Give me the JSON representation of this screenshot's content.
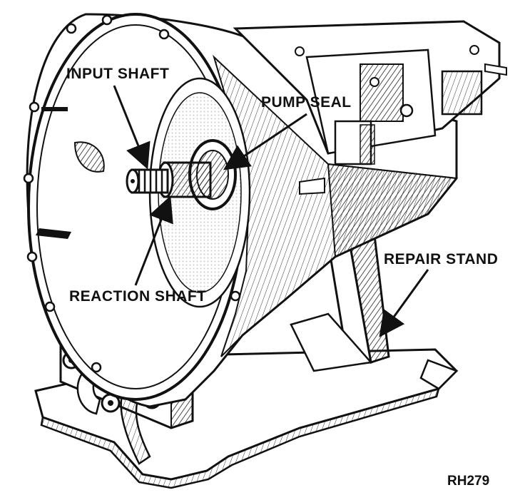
{
  "labels": {
    "input_shaft": "INPUT SHAFT",
    "pump_seal": "PUMP SEAL",
    "reaction_shaft": "REACTION SHAFT",
    "repair_stand": "REPAIR STAND",
    "figure_code": "RH279"
  },
  "colors": {
    "ink": "#111111",
    "paper": "#ffffff",
    "shade": "#555555"
  }
}
